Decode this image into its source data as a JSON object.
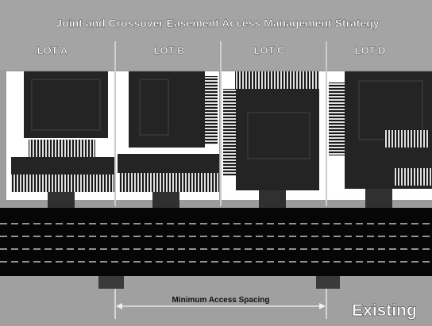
{
  "title": "Joint and Crossover Easement Access Management Strategy",
  "lots": [
    {
      "label": "LOT A"
    },
    {
      "label": "LOT B"
    },
    {
      "label": "LOT C"
    },
    {
      "label": "LOT D"
    }
  ],
  "spacing_label": "Minimum Access Spacing",
  "status_label": "Existing",
  "colors": {
    "background": "#9c9c9c",
    "building": "#242424",
    "lot": "#ffffff",
    "road": "#060606",
    "lane_marking": "#e6e6e6",
    "divider": "#dcdcdc"
  }
}
